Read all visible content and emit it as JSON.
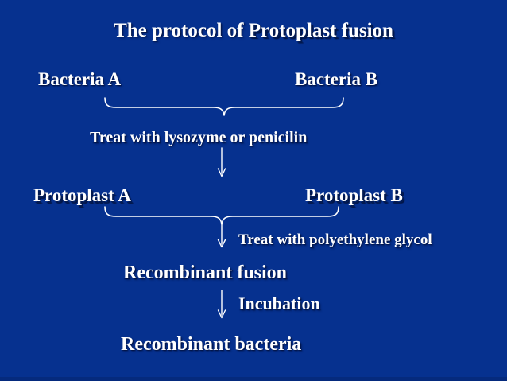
{
  "slide": {
    "background_color": "#06318f",
    "text_color": "#ffffff",
    "title_part1": "The protocol of ",
    "title_part2": "Protoplast fusion"
  },
  "steps": {
    "bacteria_a": "Bacteria A",
    "bacteria_b": "Bacteria B",
    "treat_lysozyme": "Treat with lysozyme or penicilin",
    "protoplast_a": "Protoplast A",
    "protoplast_b": "Protoplast B",
    "treat_peg": "Treat with polyethylene glycol",
    "recombinant_fusion": "Recombinant fusion",
    "incubation": "Incubation",
    "recombinant_bacteria": "Recombinant bacteria"
  },
  "connectors": {
    "brace_top_label": "brace joining Bacteria A and Bacteria B",
    "arrow_1_label": "arrow to Protoplast stage",
    "brace_bottom_label": "brace joining Protoplast A and Protoplast B",
    "arrow_2_label": "arrow to Recombinant fusion",
    "arrow_3_label": "arrow to Recombinant bacteria"
  }
}
